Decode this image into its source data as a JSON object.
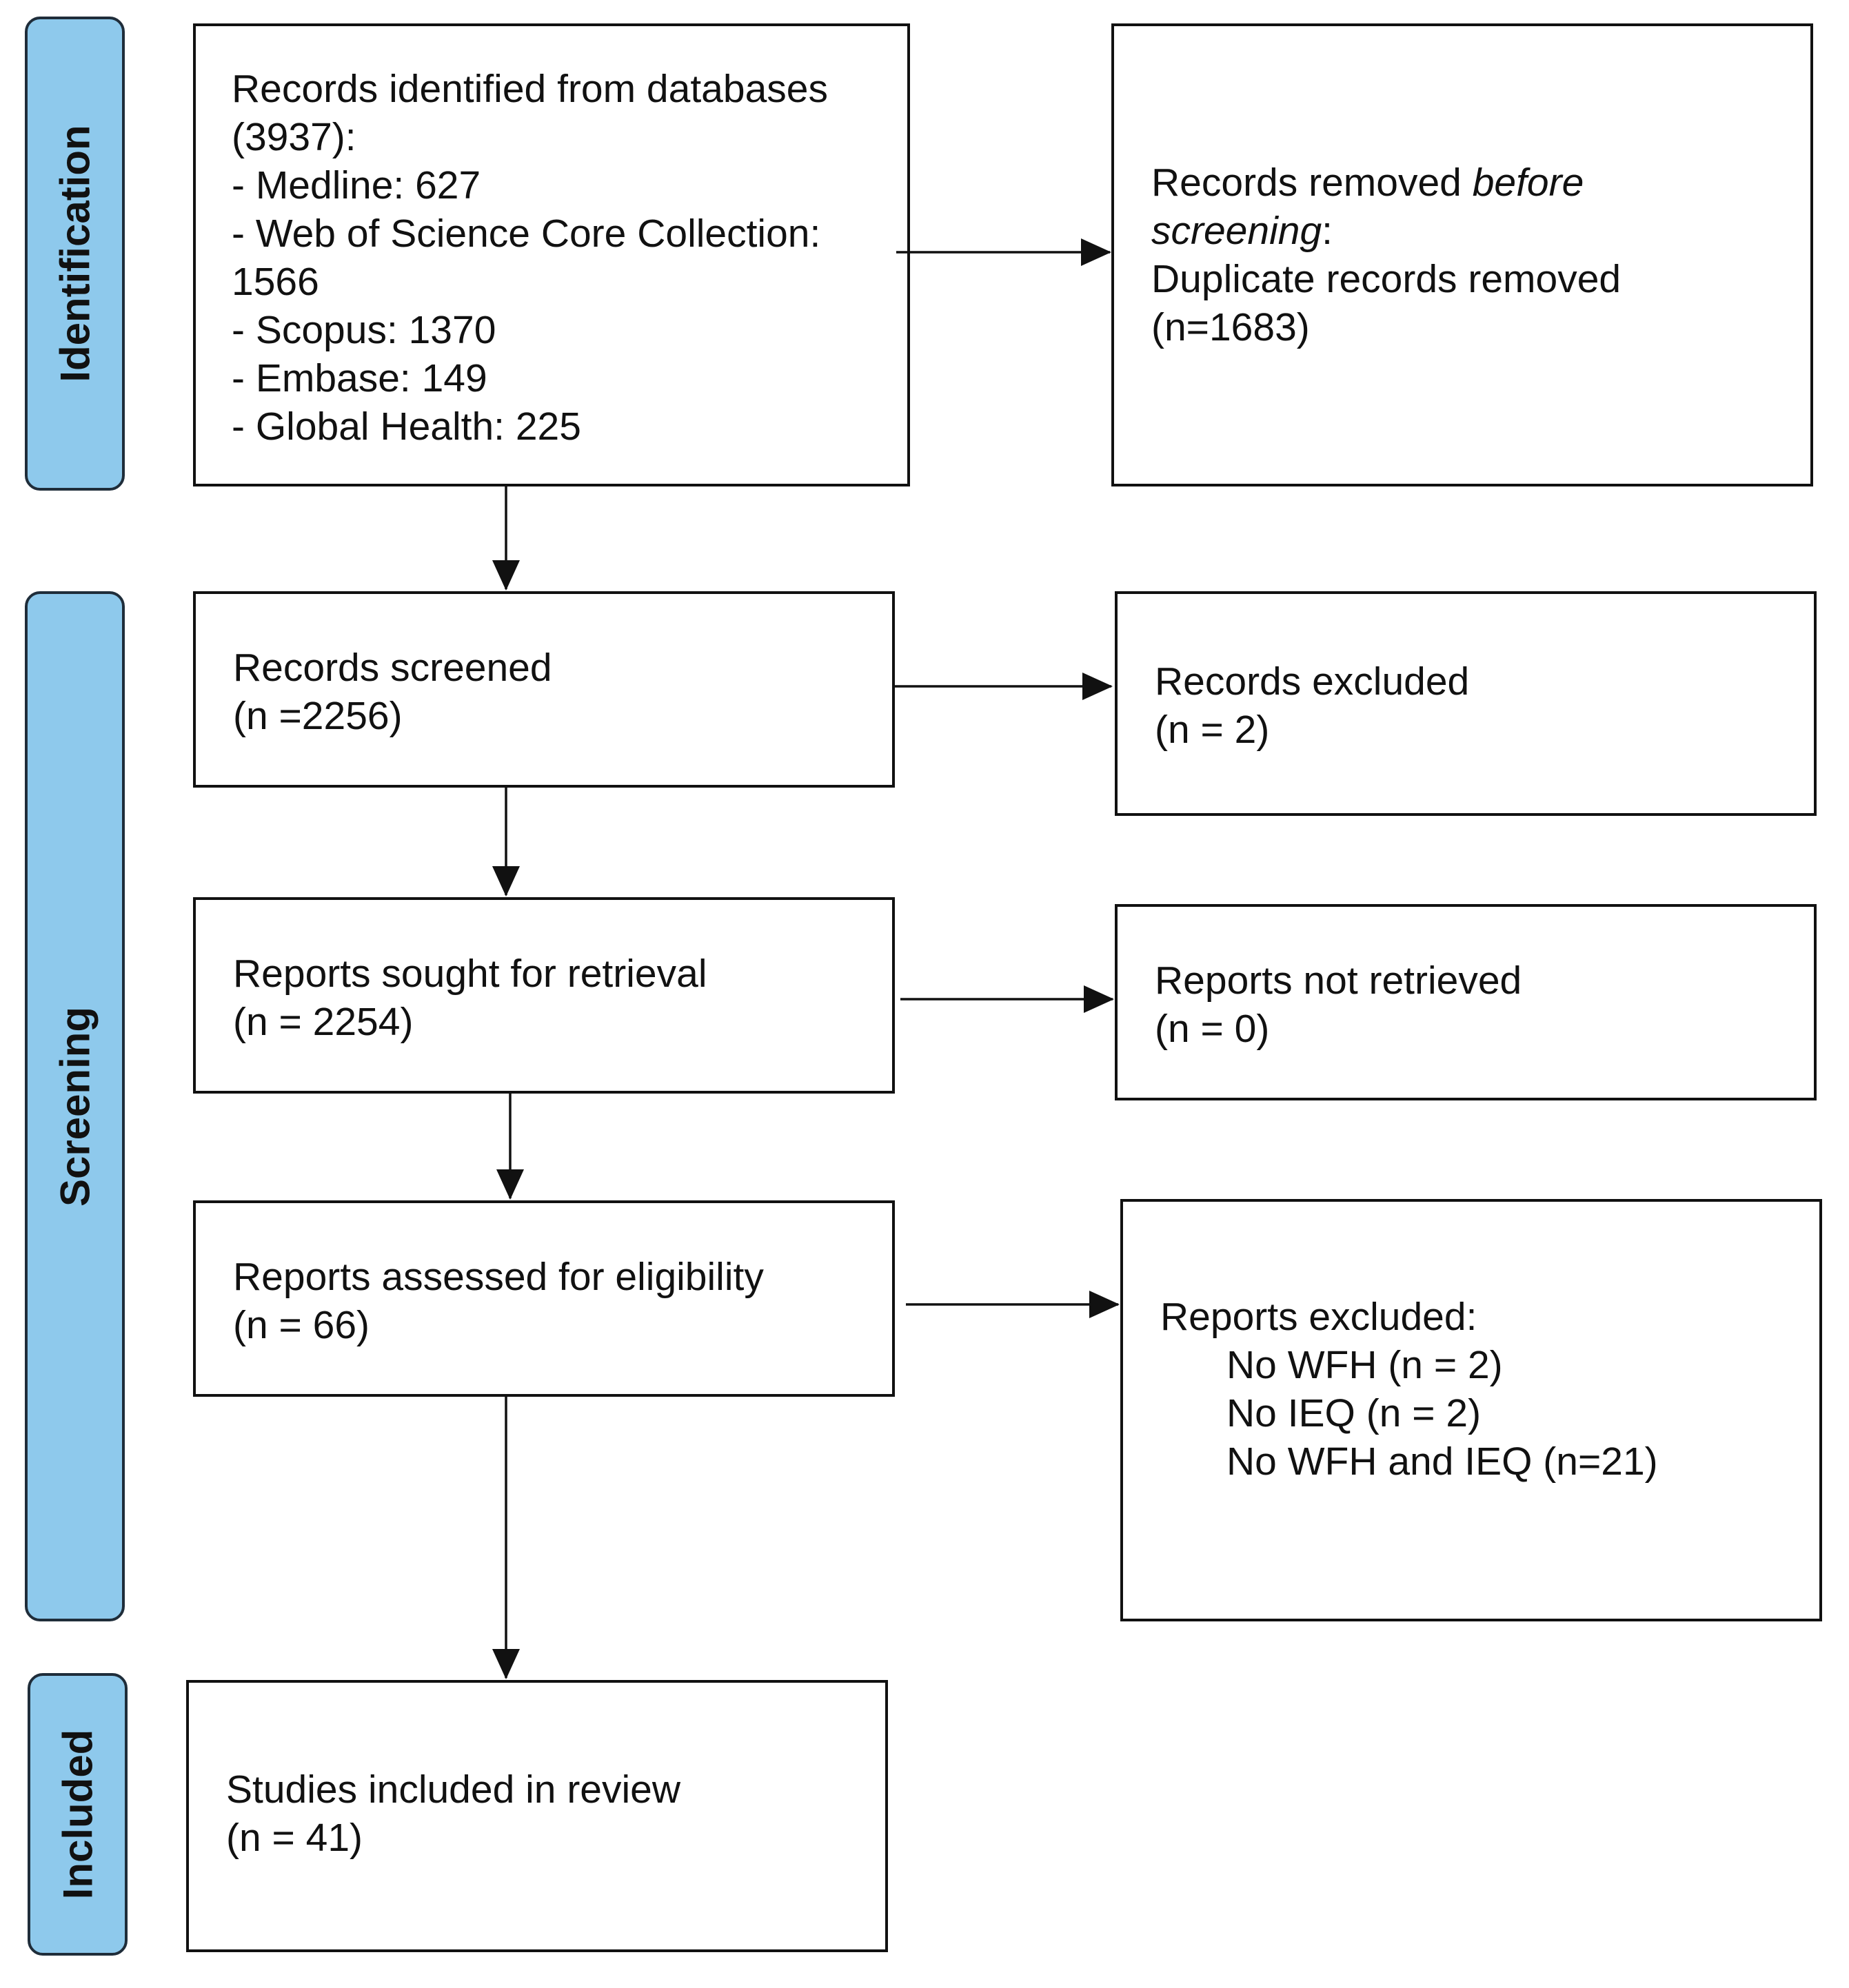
{
  "phases": {
    "identification": "Identification",
    "screening": "Screening",
    "included": "Included"
  },
  "identification": {
    "records_identified": [
      "Records identified from databases",
      "(3937):",
      "- Medline: 627",
      "- Web of Science Core Collection:",
      "1566",
      "- Scopus: 1370",
      "- Embase: 149",
      "- Global Health: 225"
    ],
    "records_removed": {
      "prefix": "Records removed ",
      "emphasis_1": "before",
      "emphasis_2": "screening",
      "suffix": ":",
      "line_3": "Duplicate records removed",
      "line_4": "(n=1683)"
    }
  },
  "screening": {
    "records_screened": [
      "Records screened",
      "(n =2256)"
    ],
    "records_excluded": [
      "Records excluded",
      "(n = 2)"
    ],
    "reports_sought": [
      "Reports sought for retrieval",
      "(n = 2254)"
    ],
    "reports_not_retrieved": [
      "Reports not retrieved",
      "(n = 0)"
    ],
    "reports_assessed": [
      "Reports assessed for eligibility",
      "(n = 66)"
    ],
    "reports_excluded": {
      "heading": "Reports excluded:",
      "reasons": [
        "No WFH (n = 2)",
        "No IEQ (n = 2)",
        "No WFH and IEQ (n=21)"
      ]
    }
  },
  "included": {
    "studies_included": [
      "Studies included in review",
      "(n = 41)"
    ]
  }
}
